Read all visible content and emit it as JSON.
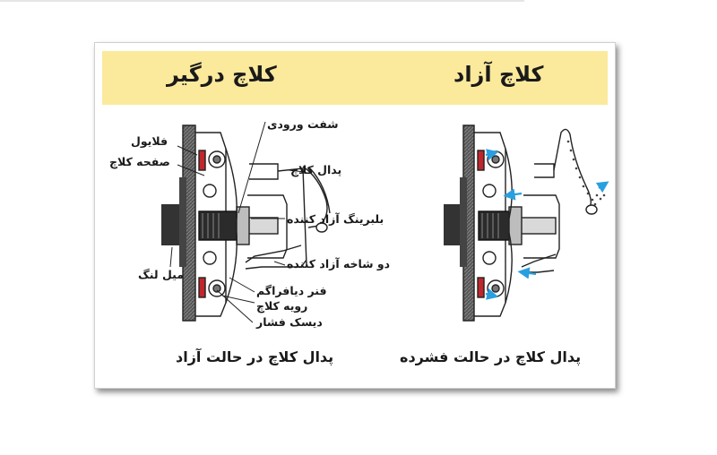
{
  "titles": {
    "engaged": "کلاچ درگیر",
    "released": "کلاچ آزاد"
  },
  "labels": {
    "flywheel": "فلایول",
    "clutch_plate": "صفحه کلاچ",
    "crankshaft": "میل لنگ",
    "input_shaft": "شفت ورودی",
    "clutch_pedal": "پدال کلاچ",
    "release_bearing": "بلبرینگ آزاد کننده",
    "release_fork": "دو شاخه آزاد کننده",
    "diaphragm_spring": "فنر دیافراگم",
    "clutch_cover": "رویه کلاچ",
    "pressure_plate": "دیسک فشار"
  },
  "captions": {
    "pedal_free": "پدال کلاچ در حالت آزاد",
    "pedal_pressed": "پدال کلاچ در حالت فشرده"
  },
  "colors": {
    "banner": "#fbe99c",
    "friction": "#c0262c",
    "motion_arrow": "#2a9fe0",
    "line": "#222222"
  }
}
